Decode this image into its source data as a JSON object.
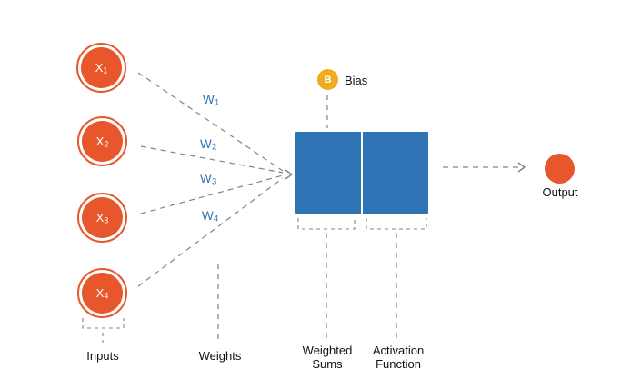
{
  "colors": {
    "node_orange": "#E8562C",
    "rect_blue": "#2E74B5",
    "bias_amber": "#F0AC1E",
    "weight_blue": "#2E74B5",
    "label_text": "#111111",
    "dash_gray": "#848484"
  },
  "inputs": {
    "section_label": "Inputs",
    "items": [
      {
        "base": "X",
        "sub": "1"
      },
      {
        "base": "X",
        "sub": "2"
      },
      {
        "base": "X",
        "sub": "3"
      },
      {
        "base": "X",
        "sub": "4"
      }
    ]
  },
  "weights": {
    "section_label": "Weights",
    "items": [
      {
        "base": "W",
        "sub": "1"
      },
      {
        "base": "W",
        "sub": "2"
      },
      {
        "base": "W",
        "sub": "3"
      },
      {
        "base": "W",
        "sub": "4"
      }
    ]
  },
  "bias": {
    "node_letter": "B",
    "label": "Bias"
  },
  "sections": {
    "weighted_sums": [
      "Weighted",
      "Sums"
    ],
    "activation_function": [
      "Activation",
      "Function"
    ]
  },
  "output": {
    "label": "Output"
  }
}
